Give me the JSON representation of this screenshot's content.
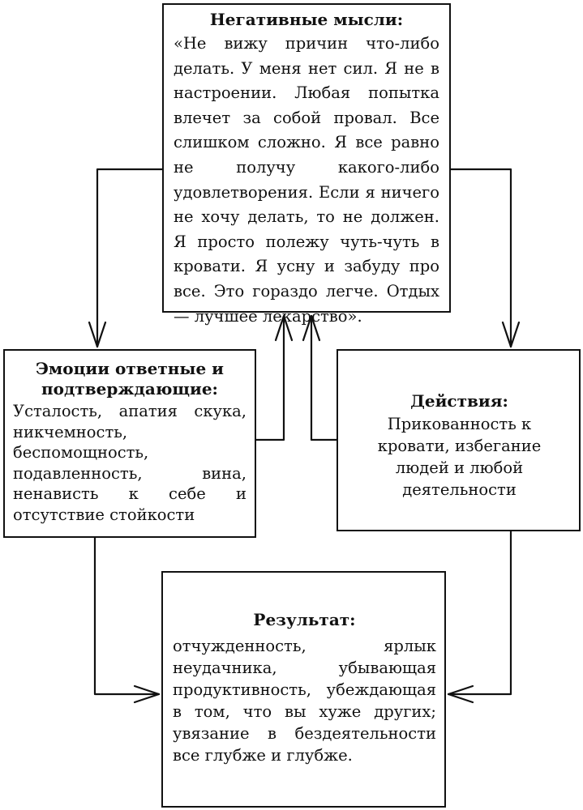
{
  "thoughts": {
    "title": "Негативные мысли:",
    "text": "«Не вижу причин что-либо делать. У меня нет сил. Я не в настроении. Любая попытка влечет за собой провал. Все слишком сложно. Я все равно не получу какого-либо удовлетворения. Если я ничего не хочу делать, то не должен. Я просто полежу чуть-чуть в кровати. Я усну и забуду про все. Это гораздо легче. Отдых — лучшее лекарство»."
  },
  "emotions": {
    "title": "Эмоции ответные и подтверждающие:",
    "text": "Усталость, апатия скука, никчемность, беспомощность, подавленность, вина, ненависть к себе и отсутствие стойкости"
  },
  "actions": {
    "title": "Действия:",
    "text": "Прикованность к кровати, избегание людей и любой деятельности"
  },
  "result": {
    "title": "Результат:",
    "text": "отчужденность, ярлык неудачника, убывающая продуктивность, убеждающая в том, что вы хуже других; увязание в бездеятельности все глубже и глубже."
  }
}
